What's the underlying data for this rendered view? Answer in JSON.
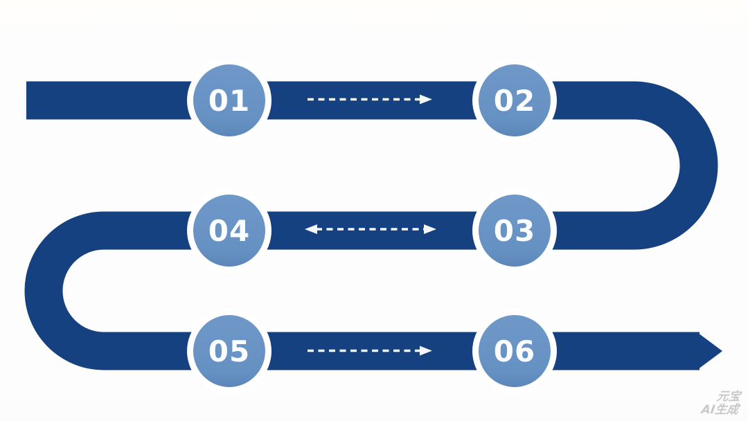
{
  "diagram": {
    "type": "serpentine-process-flow",
    "flow_order": [
      "01",
      "02",
      "03",
      "04",
      "05",
      "06"
    ],
    "nodes": [
      {
        "label": "01",
        "row": 1,
        "position": "left"
      },
      {
        "label": "02",
        "row": 1,
        "position": "right"
      },
      {
        "label": "03",
        "row": 2,
        "position": "right"
      },
      {
        "label": "04",
        "row": 2,
        "position": "left"
      },
      {
        "label": "05",
        "row": 3,
        "position": "left"
      },
      {
        "label": "06",
        "row": 3,
        "position": "right"
      }
    ],
    "connectors": [
      {
        "from": "01",
        "to": "02",
        "style": "dashed",
        "direction": "right"
      },
      {
        "from": "03",
        "to": "04",
        "style": "dashed",
        "direction": "both"
      },
      {
        "from": "05",
        "to": "06",
        "style": "dashed",
        "direction": "right"
      }
    ],
    "path_end": "arrowhead-right",
    "colors": {
      "path": "#164180",
      "node_fill": "#6591C2",
      "node_fill_top": "#6F98C8",
      "node_fill_bottom": "#5C86BA",
      "node_ring": "#FFFFFF",
      "node_label": "#FBFDFF",
      "dashed_arrow": "#F4F7FB",
      "background": "#FDFDFD",
      "watermark": "#C8C8C8"
    }
  },
  "watermark": {
    "line1": "元宝",
    "line2": "AI生成"
  }
}
